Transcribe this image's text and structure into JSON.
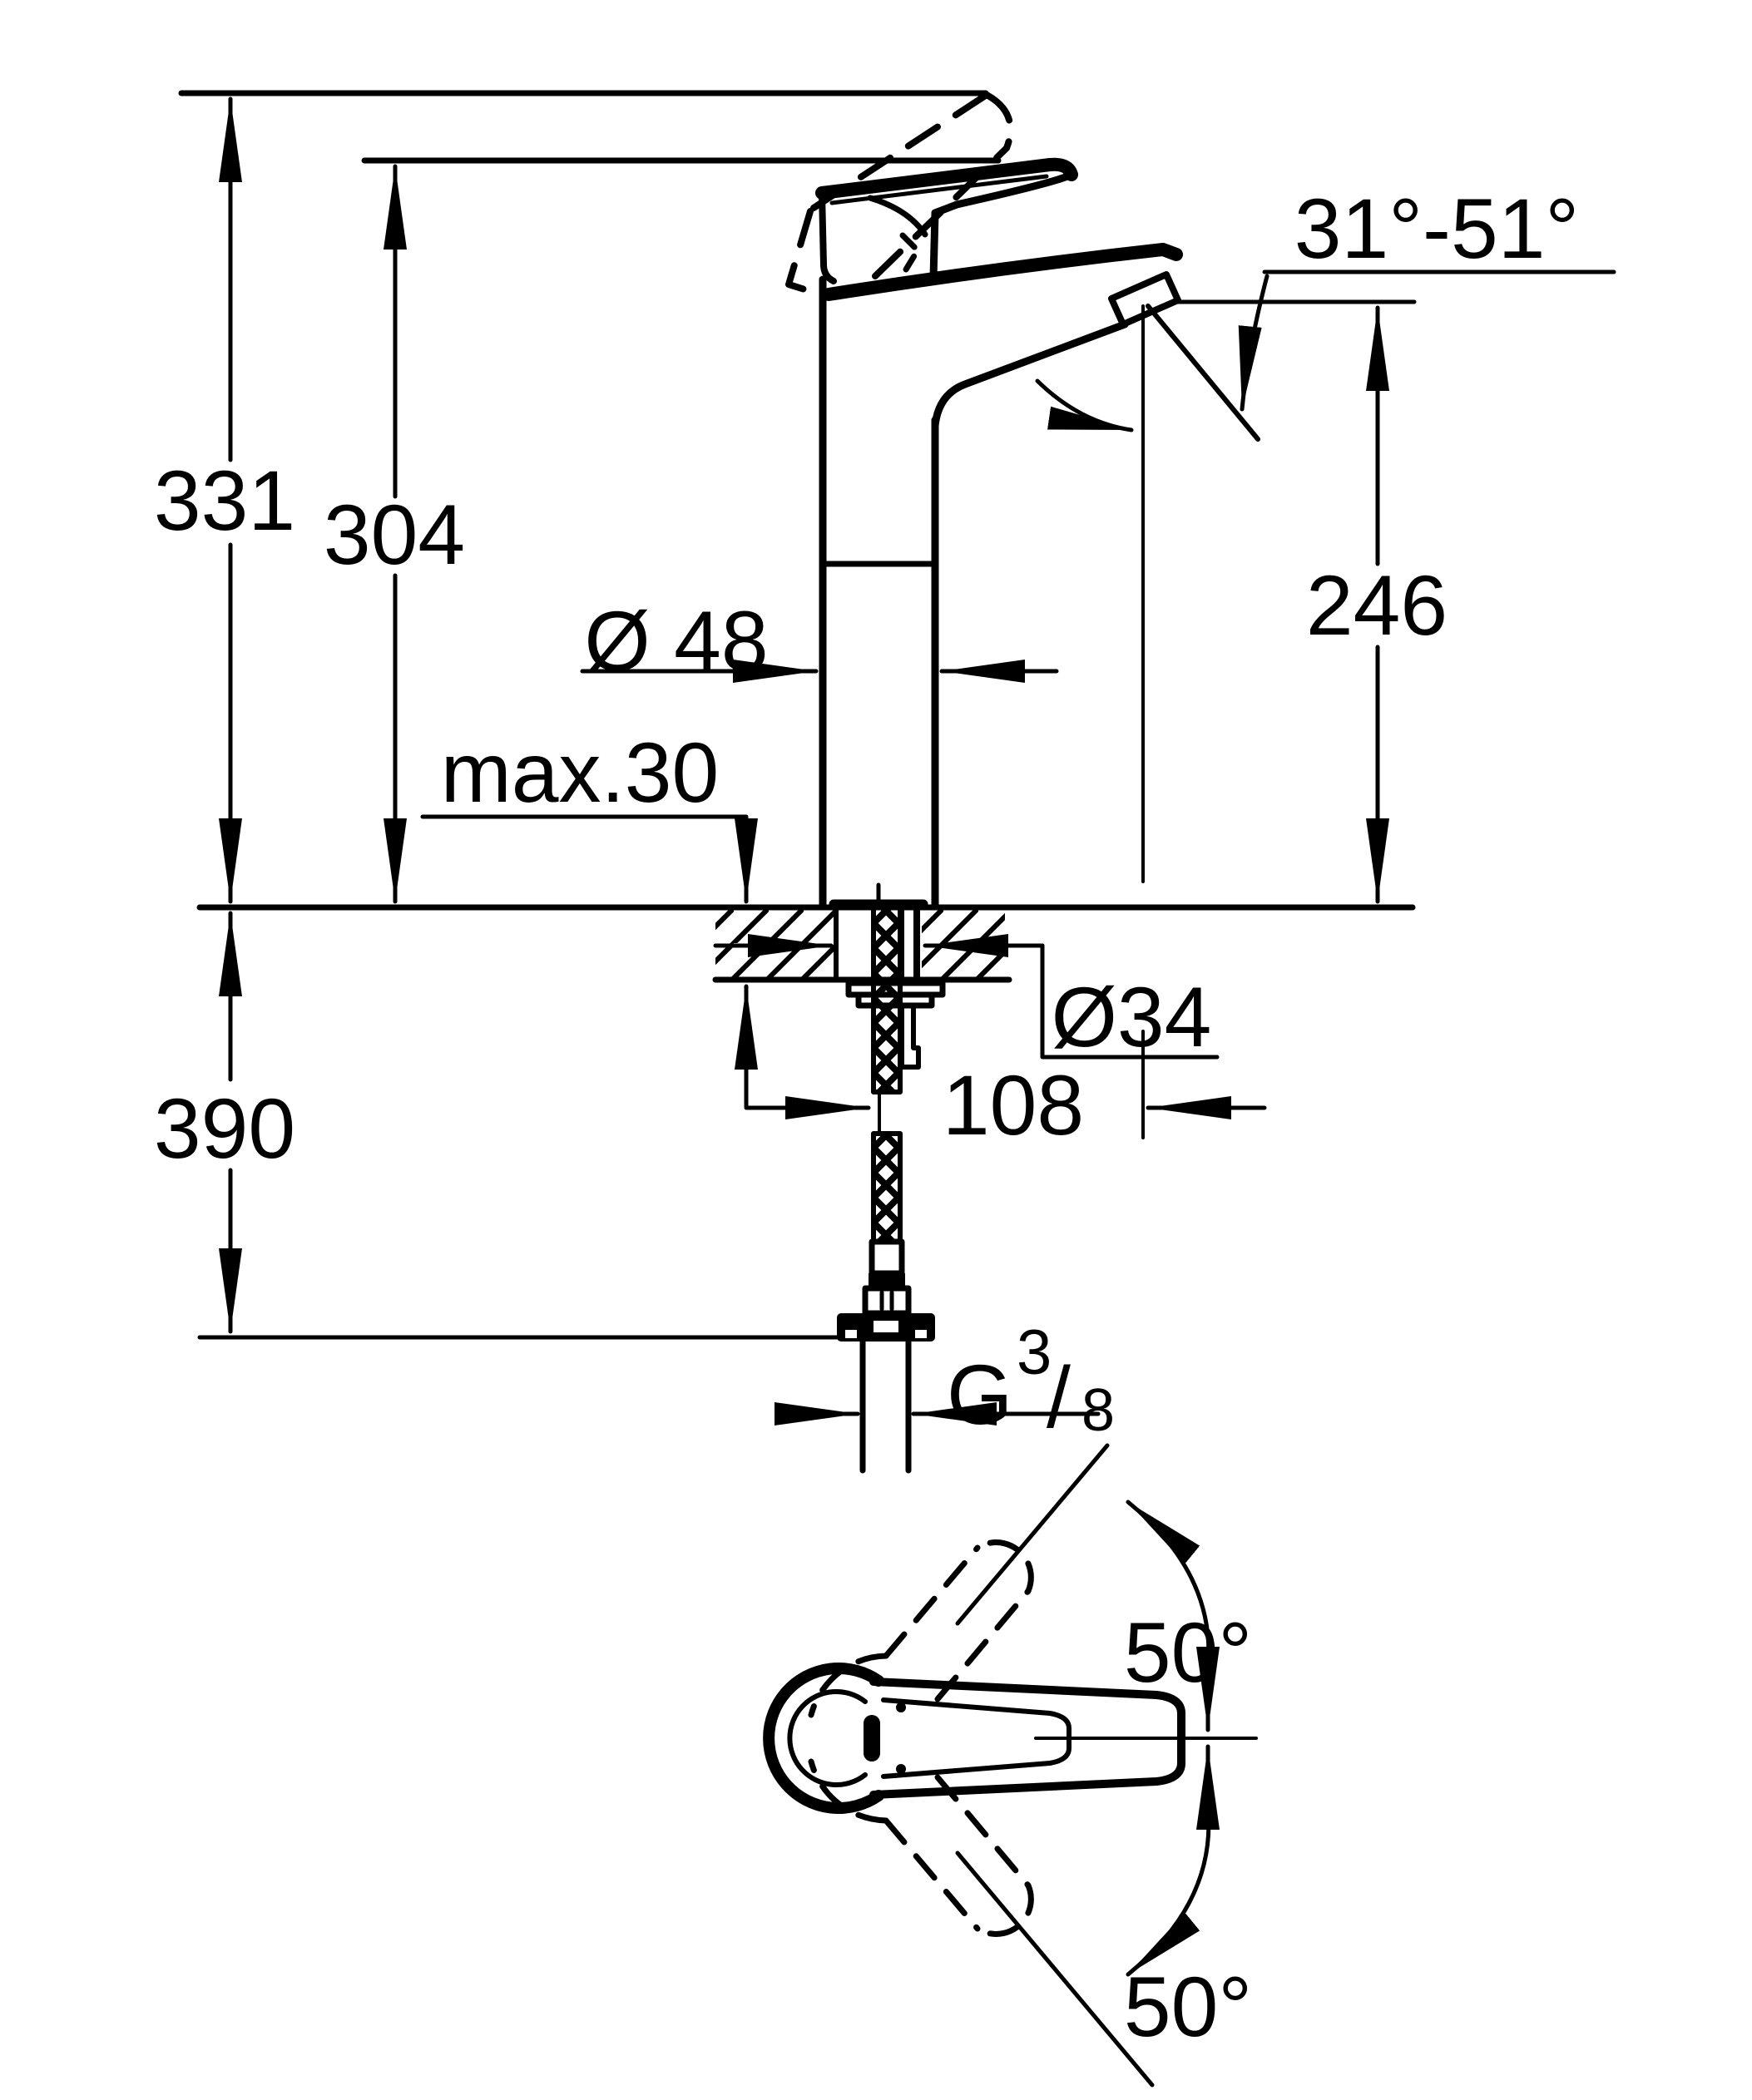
{
  "document": {
    "type": "technical-dimension-drawing",
    "subject": "single-lever basin mixer faucet, side elevation with mounting cross-section and top view of handle swivel",
    "units": "mm",
    "colors": {
      "line": "#000000",
      "background": "#ffffff"
    }
  },
  "dimensions": {
    "total_height_with_raised_handle": "331",
    "height_to_handle": "304",
    "spout_outlet_height": "246",
    "body_diameter": "Ø 48",
    "deck_max_thickness": "max.30",
    "mounting_hole_diameter": "Ø34",
    "below_deck_depth": "390",
    "hose_offset": "108",
    "spout_angle_range": "31°-51°",
    "handle_swivel_up": "50°",
    "handle_swivel_down": "50°",
    "thread_label": {
      "g": "G",
      "numerator": "3",
      "slash": "/",
      "denominator": "8"
    }
  }
}
